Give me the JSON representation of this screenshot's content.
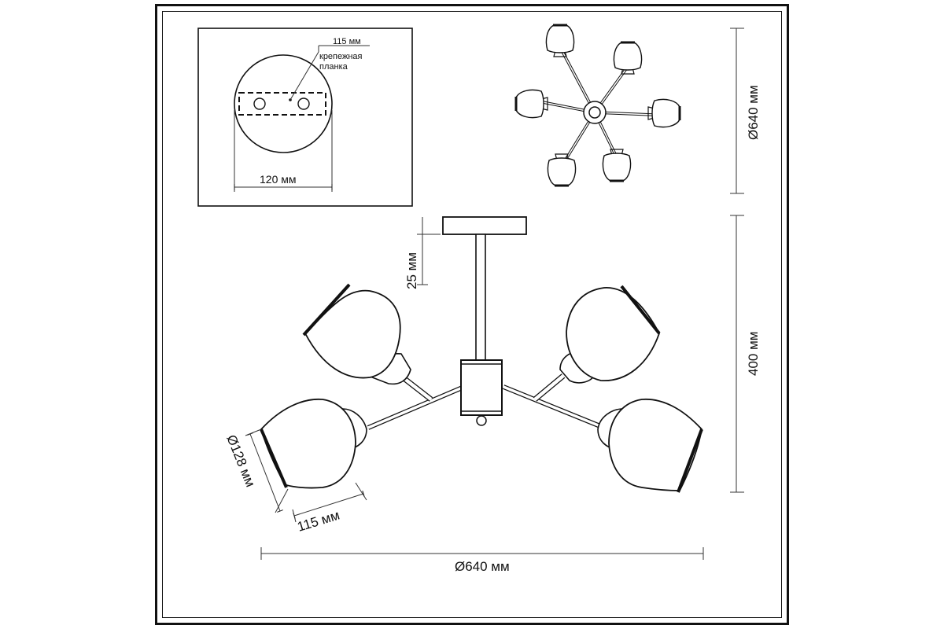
{
  "mount_plate": {
    "strip_width": "115 мм",
    "bracket_label_line1": "крепежная",
    "bracket_label_line2": "планка",
    "canopy_diameter": "120 мм"
  },
  "top_view": {
    "diameter": "Ø640 мм"
  },
  "side_view": {
    "rod_offset": "25 мм",
    "height": "400 мм",
    "shade_diameter": "Ø128 мм",
    "shade_length": "115 мм",
    "overall_diameter": "Ø640 мм"
  }
}
